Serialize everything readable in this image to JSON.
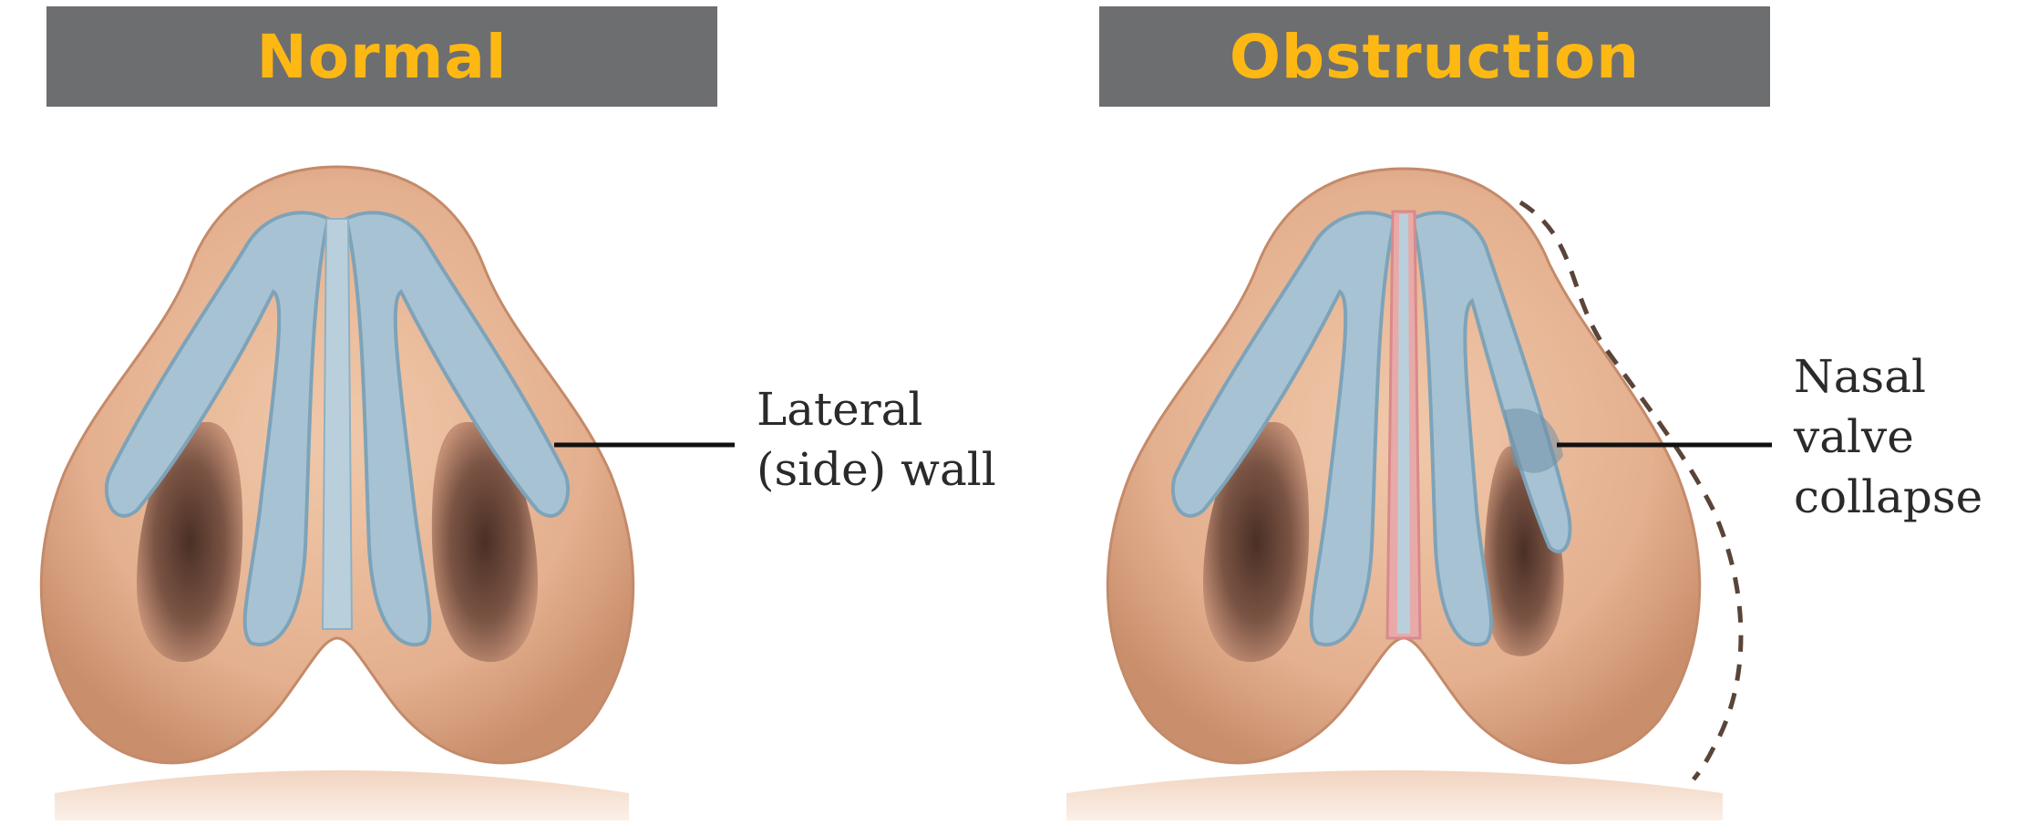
{
  "colors": {
    "header_bg": "#6d6e70",
    "header_text": "#fdb813",
    "skin": "#e8b694",
    "skin_shadow": "#c98e6c",
    "cartilage": "#a7c3d3",
    "cartilage_edge": "#7ea3b9",
    "nostril": "#6e4a3a",
    "collapse_line": "#5a4438",
    "septum_red": "#d98a8a"
  },
  "panels": [
    {
      "title": "Normal",
      "label_lines": [
        "Lateral",
        "(side) wall"
      ]
    },
    {
      "title": "Obstruction",
      "label_lines": [
        "Nasal",
        "valve",
        "collapse"
      ]
    }
  ]
}
